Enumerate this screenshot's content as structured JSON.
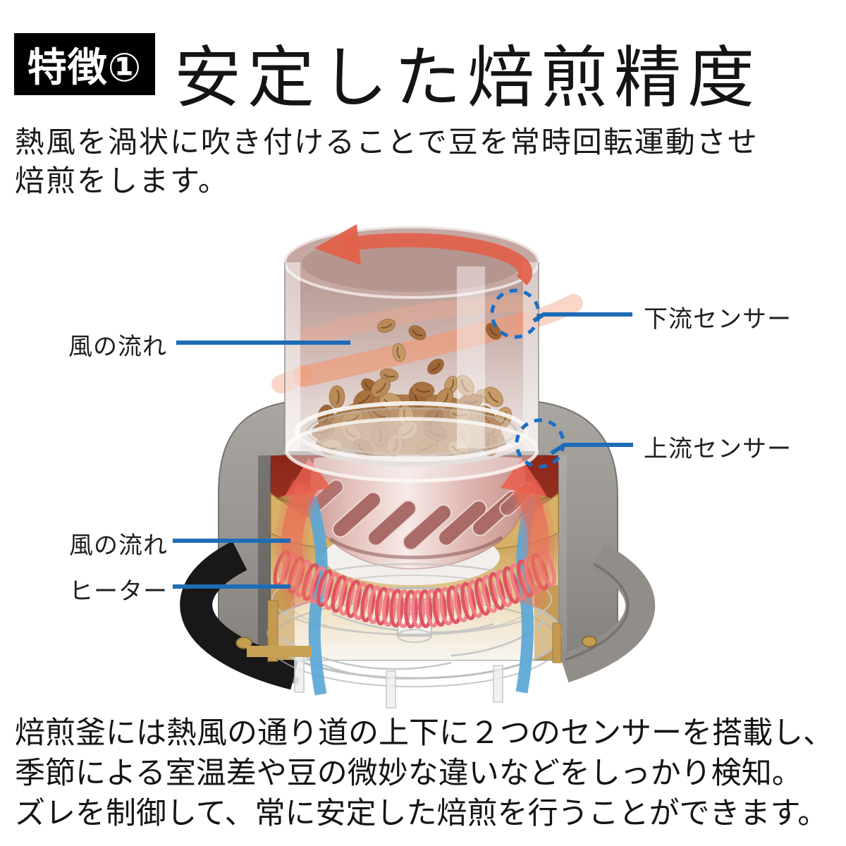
{
  "header": {
    "badge": "特徴①",
    "title": "安定した焙煎精度"
  },
  "intro": {
    "line1": "熱風を渦状に吹き付けることで豆を常時回転運動させ",
    "line2": "焙煎をします。"
  },
  "diagram": {
    "labels": {
      "airflow_top": "風の流れ",
      "downstream_sensor": "下流センサー",
      "upstream_sensor": "上流センサー",
      "airflow_bottom": "風の流れ",
      "heater": "ヒーター"
    },
    "colors": {
      "leader_blue": "#1d6db6",
      "sensor_circle_blue": "#1b6fc6",
      "hot_air_red": "#e2614b",
      "cool_air_blue": "#55a7d6",
      "heater_coil": "#dd4f5c",
      "heater_coil_light": "#ef7d88",
      "bean_brown": "#b0824f",
      "gold_funnel": "#d8b066"
    }
  },
  "footer": {
    "line1": "焙煎釜には熱風の通り道の上下に２つのセンサーを搭載し、",
    "line2": "季節による室温差や豆の微妙な違いなどをしっかり検知。",
    "line3": "ズレを制御して、常に安定した焙煎を行うことができます。"
  }
}
